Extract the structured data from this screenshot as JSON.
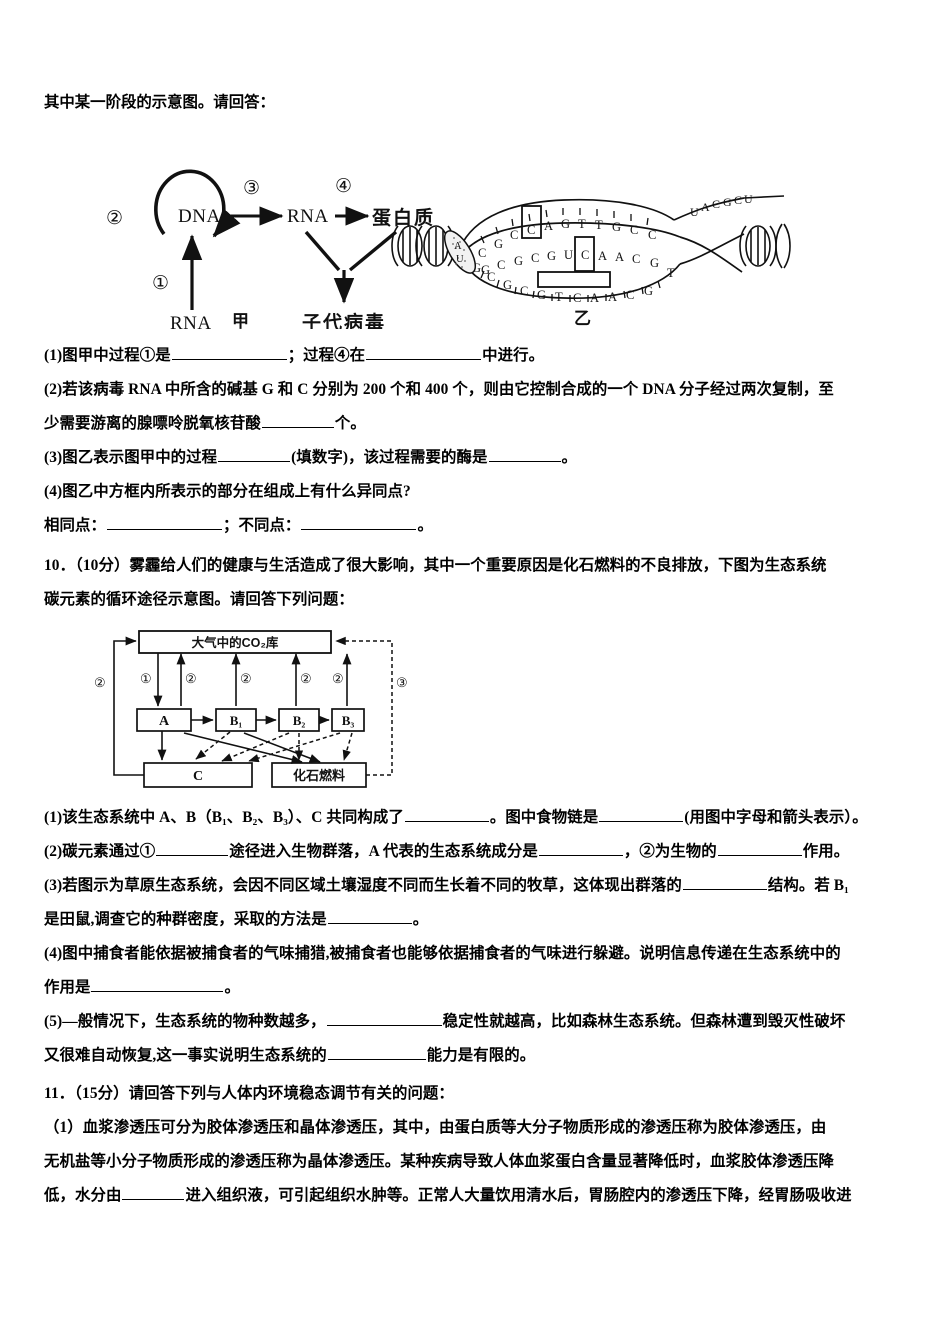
{
  "document": {
    "lead_text": "其中某一阶段的示意图。请回答："
  },
  "figure_jia_yi": {
    "jia": {
      "label": "甲",
      "nodes": {
        "dna": "DNA",
        "rna_top": "RNA",
        "protein": "蛋白质",
        "rna_bottom": "RNA",
        "progeny_virus": "子代病毒"
      },
      "process_labels": {
        "p1": "①",
        "p2": "②",
        "p3": "③",
        "p4": "④"
      }
    },
    "yi": {
      "label": "乙",
      "top_strand": [
        "C",
        "G",
        "C",
        "C",
        "A",
        "G",
        "T",
        "T",
        "G",
        "C"
      ],
      "mid_strand": [
        "G",
        "C",
        "G",
        "C",
        "G",
        "U",
        "C",
        "A",
        "A",
        "C",
        "G"
      ],
      "bottom_strand": [
        "G",
        "C",
        "G",
        "C",
        "G",
        "T",
        "C",
        "A",
        "A",
        "C",
        "G"
      ],
      "rna_tail": [
        "U",
        "A",
        "C",
        "G",
        "C",
        "U"
      ],
      "left_end_bases": [
        "A",
        "U"
      ],
      "left_flank": "T",
      "right_flank": "T",
      "boxed_bases": [
        "C",
        "C"
      ],
      "empty_box_label": ""
    }
  },
  "q9_parts": {
    "p1_a": "(1)图甲中过程①是",
    "p1_b": "；过程④在",
    "p1_c": "中进行。",
    "p2_a": "(2)若该病毒 RNA 中所含的碱基 G 和 C 分别为 200 个和 400 个，则由它控制合成的一个 DNA 分子经过两次复制，至",
    "p2_b": "少需要游离的腺嘌呤脱氧核苷酸",
    "p2_c": "个。",
    "p3_a": "(3)图乙表示图甲中的过程",
    "p3_b": "(填数字)，该过程需要的酶是",
    "p3_c": "。",
    "p4_a": "(4)图乙中方框内所表示的部分在组成上有什么异同点?",
    "p4_b": "相同点：",
    "p4_c": "；不同点：",
    "p4_d": "。"
  },
  "q10": {
    "number": "10．",
    "score": "（10分）",
    "stem_1": "雾霾给人们的健康与生活造成了很大影响，其中一个重要原因是化石燃料的不良排放，下图为生态系统",
    "stem_2": "碳元素的循环途径示意图。请回答下列问题：",
    "figure": {
      "atmosphere": "大气中的CO₂库",
      "producer": "A",
      "consumers": [
        "B₁",
        "B₂",
        "B₃"
      ],
      "decomposer": "C",
      "fossil_fuel": "化石燃料",
      "arrow_labels_left": [
        "②",
        "①",
        "②"
      ],
      "arrow_labels_mid": [
        "②",
        "②",
        "②"
      ],
      "arrow_label_right": "③"
    },
    "p1_a": "(1)该生态系统中 A、B（B₁、B₂、B₃）、C 共同构成了",
    "p1_b": "。图中食物链是",
    "p1_c": "(用图中字母和箭头表示）。",
    "p2_a": "(2)碳元素通过①",
    "p2_b": "途径进入生物群落，A 代表的生态系统成分是",
    "p2_c": "，②为生物的",
    "p2_d": "作用。",
    "p3_a": "(3)若图示为草原生态系统，会因不同区域土壤湿度不同而生长着不同的牧草，这体现出群落的",
    "p3_b": "结构。若 B₁",
    "p3_c": "是田鼠,调查它的种群密度，采取的方法是",
    "p3_d": "。",
    "p4_a": "(4)图中捕食者能依据被捕食者的气味捕猎,被捕食者也能够依据捕食者的气味进行躲避。说明信息传递在生态系统中的",
    "p4_b": "作用是",
    "p4_c": "。",
    "p5_a": "(5)—般情况下，生态系统的物种数越多，",
    "p5_b": "稳定性就越高，比如森林生态系统。但森林遭到毁灭性破坏",
    "p5_c": "又很难自动恢复,这一事实说明生态系统的",
    "p5_d": "能力是有限的。"
  },
  "q11": {
    "number": "11．",
    "score": "（15分）",
    "stem": "请回答下列与人体内环境稳态调节有关的问题：",
    "p1_a": "（1）血浆渗透压可分为胶体渗透压和晶体渗透压，其中，由蛋白质等大分子物质形成的渗透压称为胶体渗透压，由",
    "p1_b": "无机盐等小分子物质形成的渗透压称为晶体渗透压。某种疾病导致人体血浆蛋白含量显著降低时，血浆胶体渗透压降",
    "p1_c": "低，水分由",
    "p1_d": "进入组织液，可引起组织水肿等。正常人大量饮用清水后，胃肠腔内的渗透压下降，经胃肠吸收进"
  }
}
